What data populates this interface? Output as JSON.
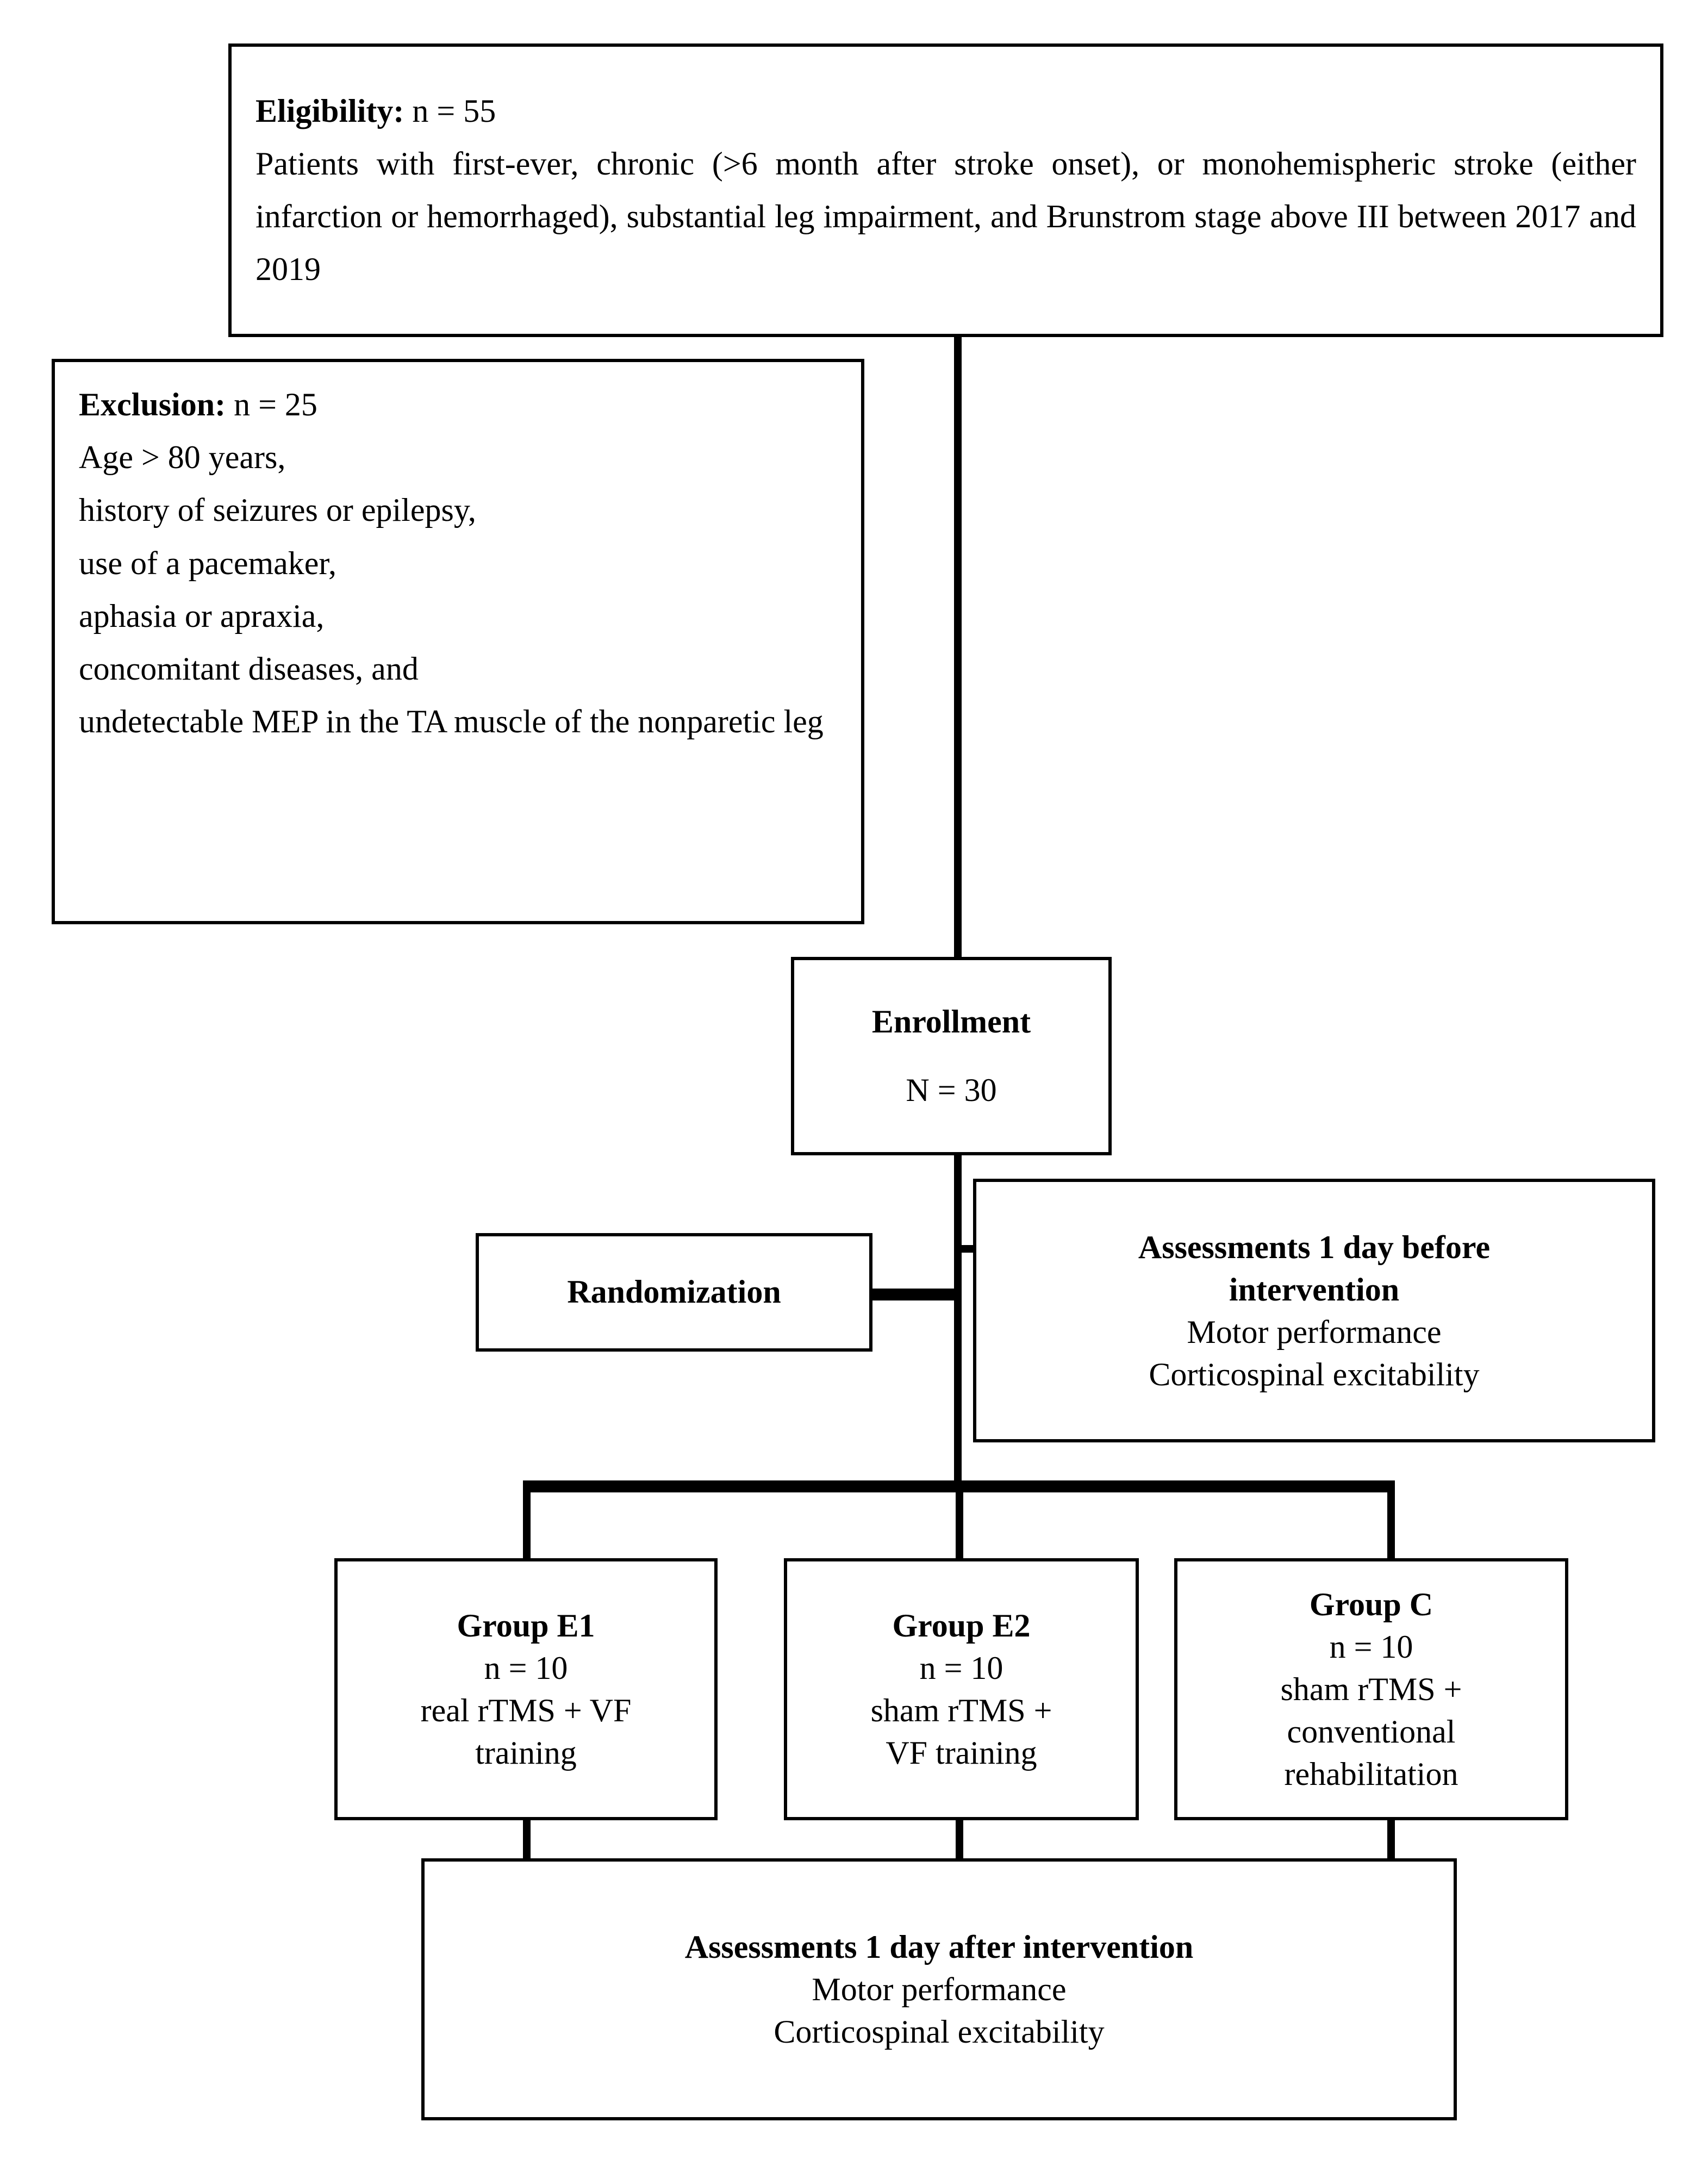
{
  "figure": {
    "type": "CONSORT-style participant flow diagram",
    "line_color": "#000000",
    "box_border_color": "#000000",
    "background": "#ffffff"
  },
  "eligibility": {
    "heading_label": "Eligibility:",
    "heading_value": "n = 55",
    "description": "Patients with first-ever, chronic (>6 month after stroke onset), or monohemispheric stroke (either infarction or hemorrhaged), substantial leg impairment, and Brunstrom stage above III between 2017 and 2019"
  },
  "exclusion": {
    "heading_label": "Exclusion:",
    "heading_value": "n = 25",
    "criteria": [
      "Age > 80 years,",
      "history of seizures or epilepsy,",
      "use of a pacemaker,",
      "aphasia or apraxia,",
      "concomitant diseases, and"
    ],
    "criteria_justified": "undetectable MEP in the TA muscle of the nonparetic leg"
  },
  "enrollment": {
    "title": "Enrollment",
    "count": "N = 30"
  },
  "randomization": {
    "title": "Randomization"
  },
  "assessments_before": {
    "title_line1": "Assessments 1 day before",
    "title_line2": "intervention",
    "items": [
      "Motor performance",
      "Corticospinal excitability"
    ]
  },
  "groups": [
    {
      "name": "Group E1",
      "count": "n = 10",
      "intervention_line1": "real rTMS + VF",
      "intervention_line2": "training",
      "intervention_line3": ""
    },
    {
      "name": "Group E2",
      "count": "n = 10",
      "intervention_line1": "sham rTMS +",
      "intervention_line2": "VF training",
      "intervention_line3": ""
    },
    {
      "name": "Group C",
      "count": "n = 10",
      "intervention_line1": "sham rTMS +",
      "intervention_line2": "conventional",
      "intervention_line3": "rehabilitation"
    }
  ],
  "assessments_after": {
    "title": "Assessments 1 day after intervention",
    "items": [
      "Motor performance",
      "Corticospinal excitability"
    ]
  }
}
